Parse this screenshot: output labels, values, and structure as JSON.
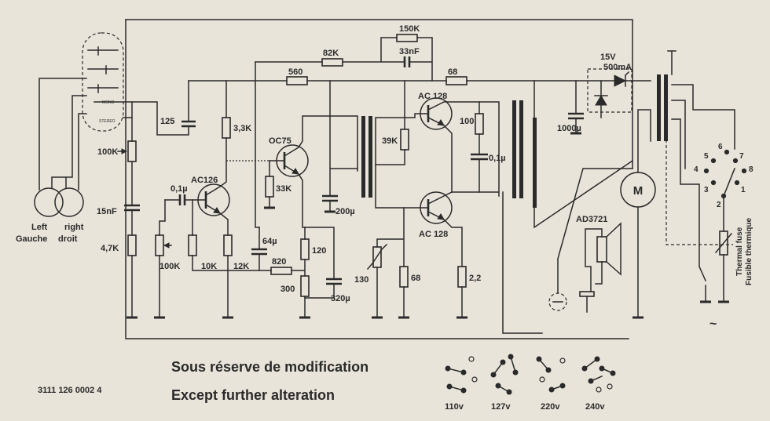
{
  "labels": {
    "r150k": "150K",
    "c33nf": "33nF",
    "r82k": "82K",
    "r560": "560",
    "r68_top": "68",
    "zener_v": "15V",
    "diode_i": "500mA",
    "q_top": "AC 128",
    "r100": "100",
    "c01_out": "0,1µ",
    "r39k": "39K",
    "q_oc75": "OC75",
    "r3k3": "3,3K",
    "r33k": "33K",
    "c125": "125",
    "pot_vol": "100K",
    "c15nf": "15nF",
    "r4k7": "4,7K",
    "c01_in": "0,1µ",
    "q_ac126": "AC126",
    "pot_tone": "100K",
    "r10k": "10K",
    "r12k": "12K",
    "c64": "64µ",
    "r820": "820",
    "r120": "120",
    "r300": "300",
    "c320": "320µ",
    "c200": "200µ",
    "r130": "130",
    "r68_bot": "68",
    "r2_2": "2,2",
    "c1000": "1000µ",
    "q_bot": "AC 128",
    "speaker": "AD3721",
    "motor": "M",
    "fuse_en": "Thermal fuse",
    "fuse_fr": "Fusible thermique",
    "left": "Left",
    "right": "right",
    "gauche": "Gauche",
    "droit": "droit",
    "mono": "MONO",
    "stereo": "STEREO",
    "ac_symbol": "~"
  },
  "selector_pins": [
    "5",
    "6",
    "7",
    "4",
    "8",
    "3",
    "1",
    "2"
  ],
  "notes": {
    "fr": "Sous réserve de modification",
    "en": "Except further alteration",
    "part_number": "3111 126 0002 4"
  },
  "voltages": [
    "110v",
    "127v",
    "220v",
    "240v"
  ],
  "colors": {
    "paper": "#e8e4da",
    "ink": "#2a2a2a"
  }
}
